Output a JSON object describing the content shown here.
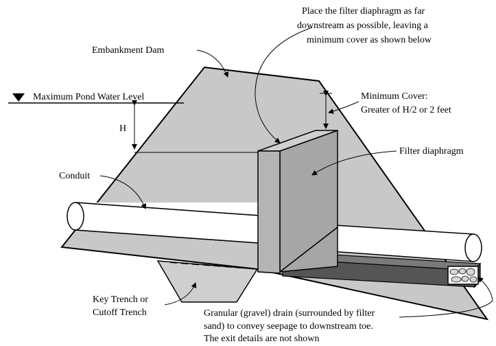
{
  "labels": {
    "embankment_dam": "Embankment Dam",
    "place_line1": "Place the filter diaphragm as far",
    "place_line2": "downstream as possible, leaving a",
    "place_line3": "minimum cover as shown below",
    "max_pond": "Maximum Pond Water Level",
    "min_cover_line1": "Minimum Cover:",
    "min_cover_line2": "Greater of H/2 or 2 feet",
    "h_label": "H",
    "filter_diaphragm": "Filter diaphragm",
    "conduit": "Conduit",
    "key_trench_line1": "Key Trench or",
    "key_trench_line2": "Cutoff Trench",
    "drain_line1": "Granular (gravel) drain (surrounded by filter",
    "drain_line2": "sand) to convey seepage to downstream toe.",
    "drain_line3": "The exit details are not shown"
  },
  "colors": {
    "embankment": "#c8c8c8",
    "diaphragm_front": "#b4b4b4",
    "diaphragm_side": "#a6a6a6",
    "drain_top": "#7a7a7a",
    "drain_front": "#555555",
    "outline": "#000000"
  }
}
